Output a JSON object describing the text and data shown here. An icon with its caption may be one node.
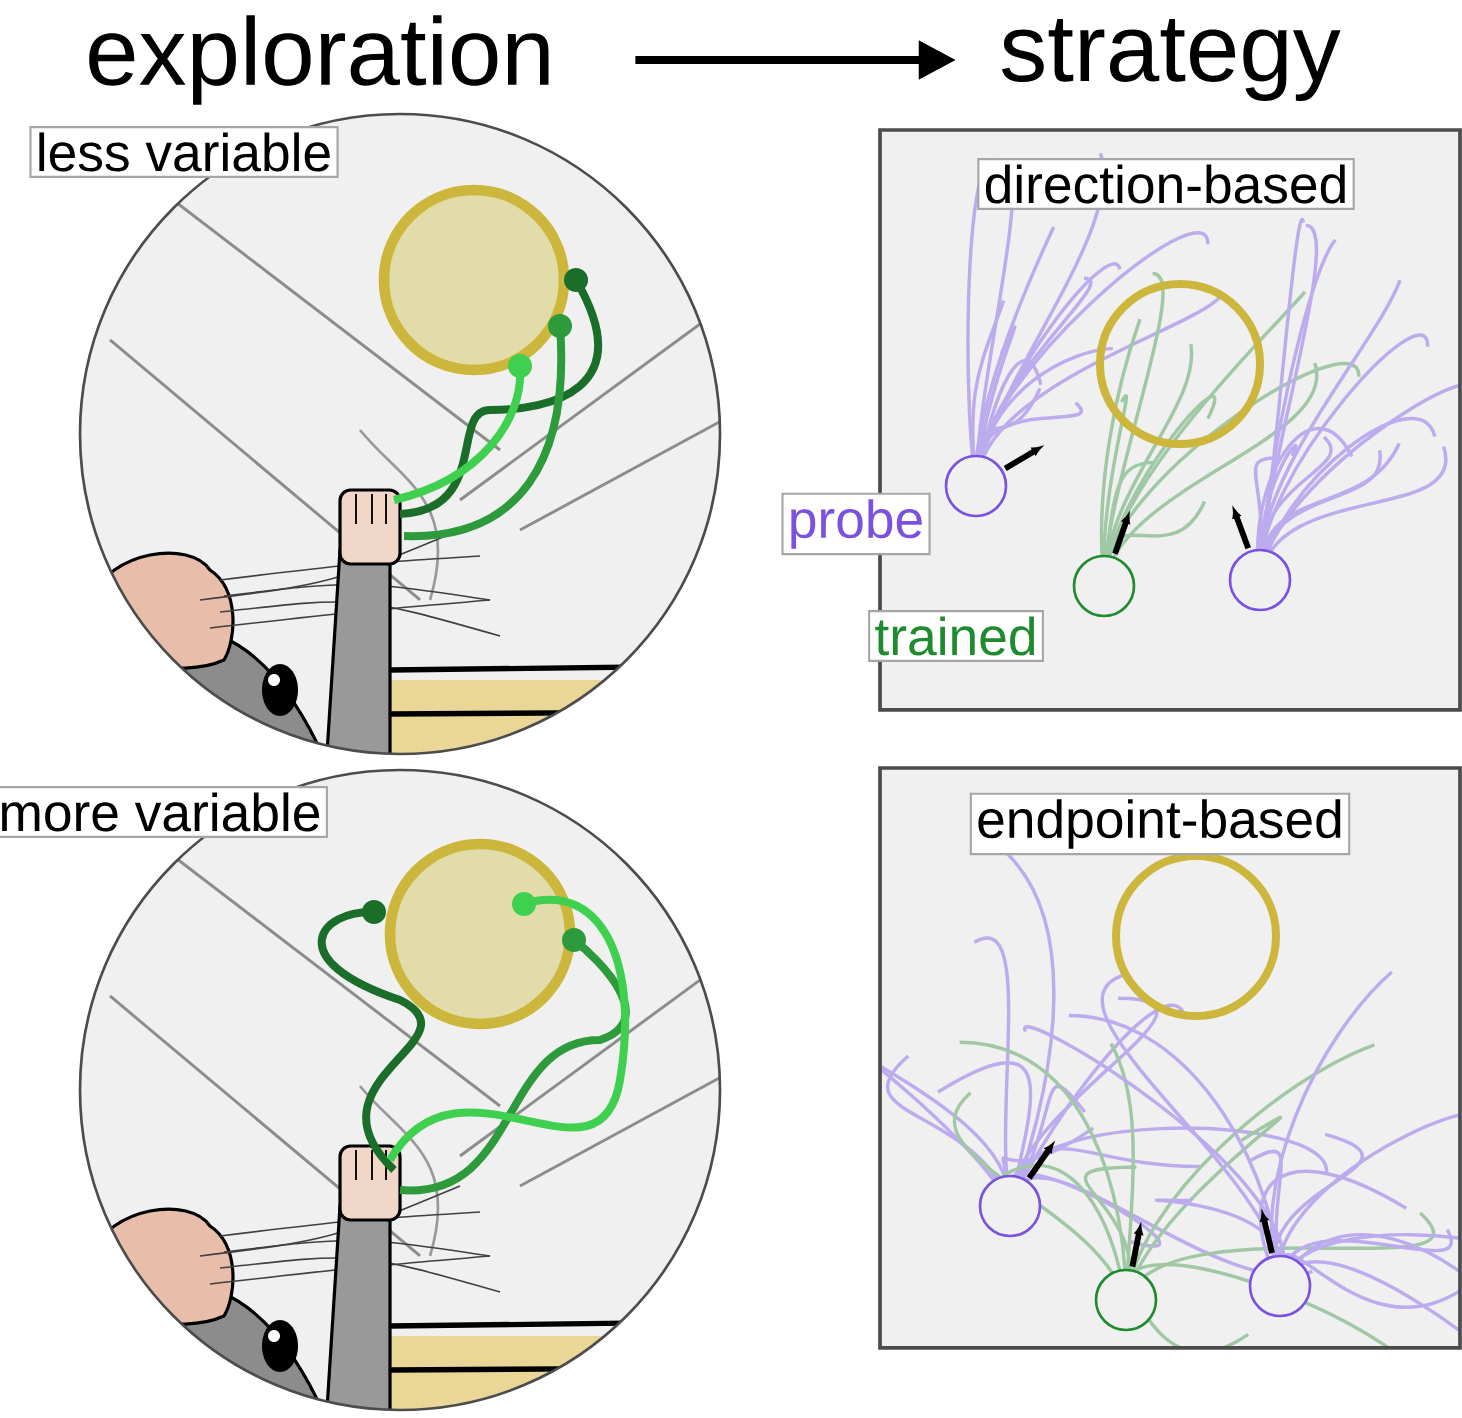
{
  "diagram": {
    "nodes": [
      {
        "text": [
          "exploration"
        ]
      },
      {
        "text": [
          "strategy"
        ]
      },
      {
        "text": [
          "less variable"
        ]
      },
      {
        "text": [
          "more variable"
        ]
      },
      {
        "text": [
          "direction-based"
        ]
      },
      {
        "text": [
          "endpoint-based"
        ]
      }
    ],
    "edges": [
      {
        "from": 0,
        "to": 1,
        "arrow": "to"
      }
    ],
    "labels": [
      "probe",
      "trained"
    ]
  }
}
